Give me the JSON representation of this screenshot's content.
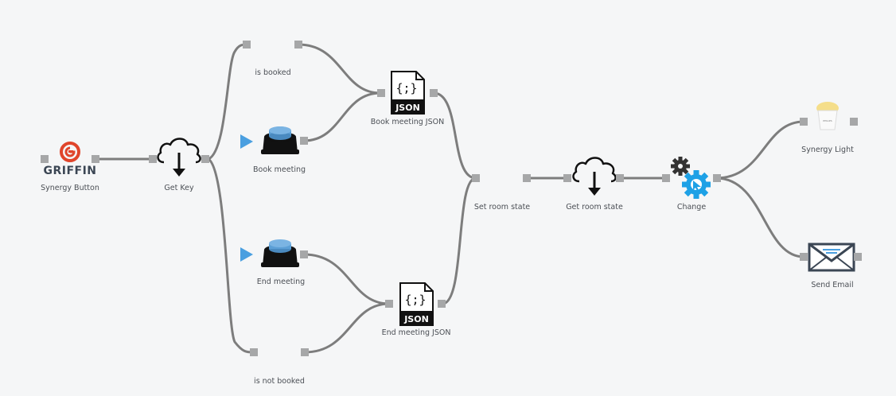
{
  "nodes": {
    "synergy_button": {
      "logo_text": "GRIFFIN",
      "label": "Synergy Button"
    },
    "get_key": {
      "label": "Get Key"
    },
    "is_booked": {
      "label": "is booked"
    },
    "book_meeting": {
      "label": "Book meeting"
    },
    "book_meeting_json": {
      "label": "Book meeting JSON",
      "file_text": "JSON",
      "brace_text": "{;}"
    },
    "end_meeting": {
      "label": "End meeting"
    },
    "end_meeting_json": {
      "label": "End meeting JSON",
      "file_text": "JSON",
      "brace_text": "{;}"
    },
    "is_not_booked": {
      "label": "is not booked"
    },
    "set_room_state": {
      "label": "Set room state"
    },
    "get_room_state": {
      "label": "Get room state"
    },
    "change": {
      "label": "Change"
    },
    "synergy_light": {
      "label": "Synergy Light",
      "bulb_text": "PHILIPS"
    },
    "send_email": {
      "label": "Send Email"
    }
  },
  "colors": {
    "background": "#f5f6f7",
    "wire": "#7d7d7d",
    "port": "#a6a7a8",
    "griffin_red": "#e0452b",
    "button_blue": "#5c9fd6",
    "gear_blue": "#1ea1e6",
    "play_blue": "#4a9fe0",
    "bulb_yellow": "#f5de8a"
  },
  "icons": [
    "griffin-logo-icon",
    "cloud-download-icon",
    "push-button-icon",
    "json-file-icon",
    "gears-cursor-icon",
    "light-bulb-icon",
    "envelope-icon",
    "play-triangle-icon"
  ]
}
